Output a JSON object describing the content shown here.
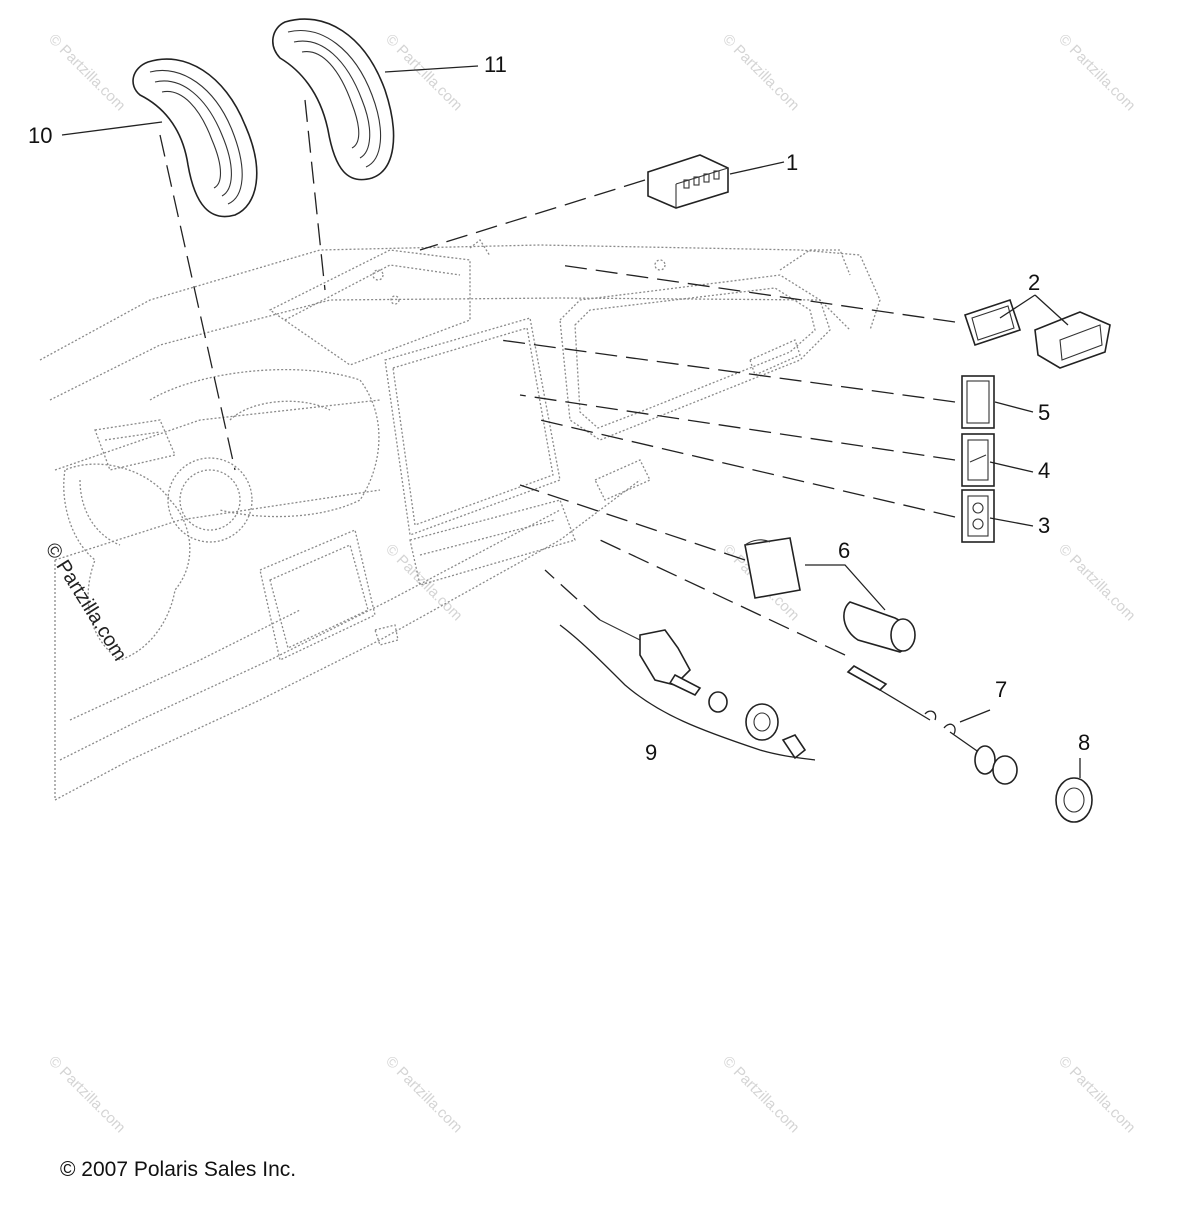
{
  "callouts": [
    {
      "id": "1",
      "label": "1"
    },
    {
      "id": "2",
      "label": "2"
    },
    {
      "id": "3",
      "label": "3"
    },
    {
      "id": "4",
      "label": "4"
    },
    {
      "id": "5",
      "label": "5"
    },
    {
      "id": "6",
      "label": "6"
    },
    {
      "id": "7",
      "label": "7"
    },
    {
      "id": "8",
      "label": "8"
    },
    {
      "id": "9",
      "label": "9"
    },
    {
      "id": "10",
      "label": "10"
    },
    {
      "id": "11",
      "label": "11"
    }
  ],
  "watermark": {
    "text": "© Partzilla.com",
    "color": "#d4d4d4"
  },
  "side_watermark": "© Partzilla.com",
  "copyright": "© 2007  Polaris Sales Inc."
}
